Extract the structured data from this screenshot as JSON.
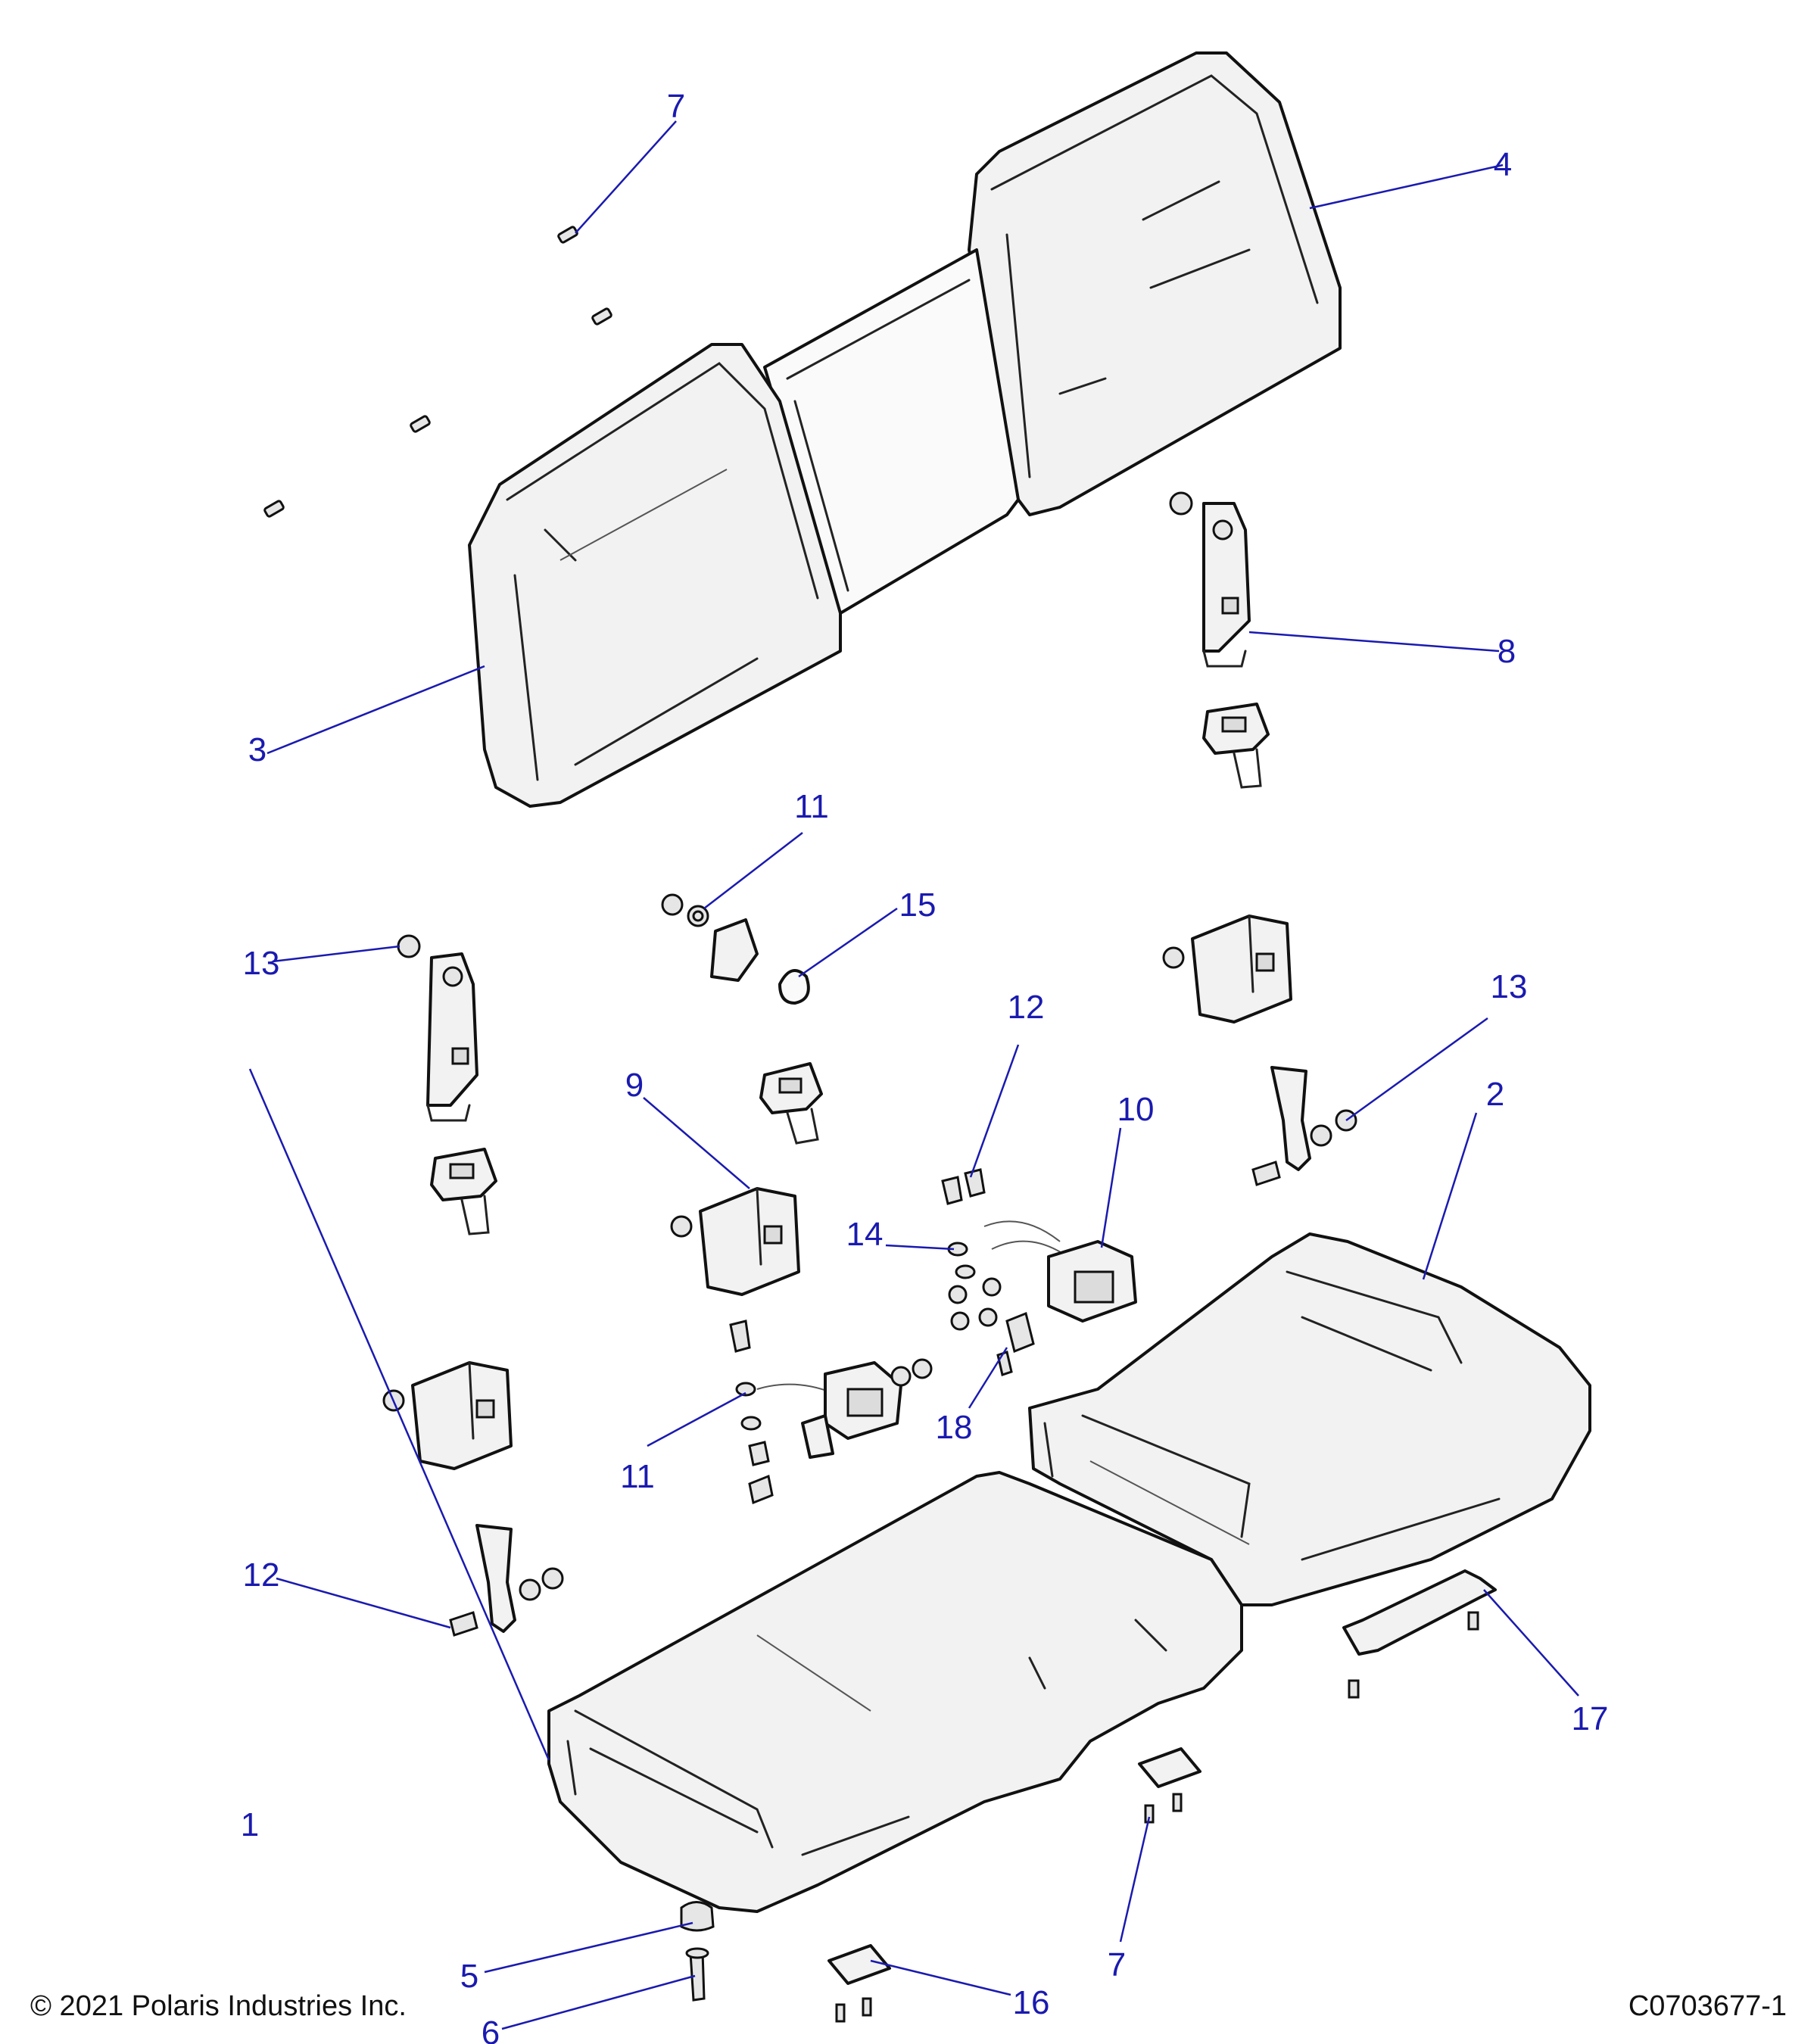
{
  "callouts": [
    {
      "id": "c1",
      "label": "1"
    },
    {
      "id": "c2",
      "label": "2"
    },
    {
      "id": "c3",
      "label": "3"
    },
    {
      "id": "c4",
      "label": "4"
    },
    {
      "id": "c5",
      "label": "5"
    },
    {
      "id": "c6",
      "label": "6"
    },
    {
      "id": "c7a",
      "label": "7"
    },
    {
      "id": "c7b",
      "label": "7"
    },
    {
      "id": "c8",
      "label": "8"
    },
    {
      "id": "c9",
      "label": "9"
    },
    {
      "id": "c10",
      "label": "10"
    },
    {
      "id": "c11a",
      "label": "11"
    },
    {
      "id": "c11b",
      "label": "11"
    },
    {
      "id": "c12a",
      "label": "12"
    },
    {
      "id": "c12b",
      "label": "12"
    },
    {
      "id": "c13a",
      "label": "13"
    },
    {
      "id": "c13b",
      "label": "13"
    },
    {
      "id": "c14",
      "label": "14"
    },
    {
      "id": "c15",
      "label": "15"
    },
    {
      "id": "c16",
      "label": "16"
    },
    {
      "id": "c17",
      "label": "17"
    },
    {
      "id": "c18",
      "label": "18"
    }
  ],
  "footer": {
    "copyright": "© 2021 Polaris Industries Inc.",
    "drawing_number": "C0703677-1"
  }
}
